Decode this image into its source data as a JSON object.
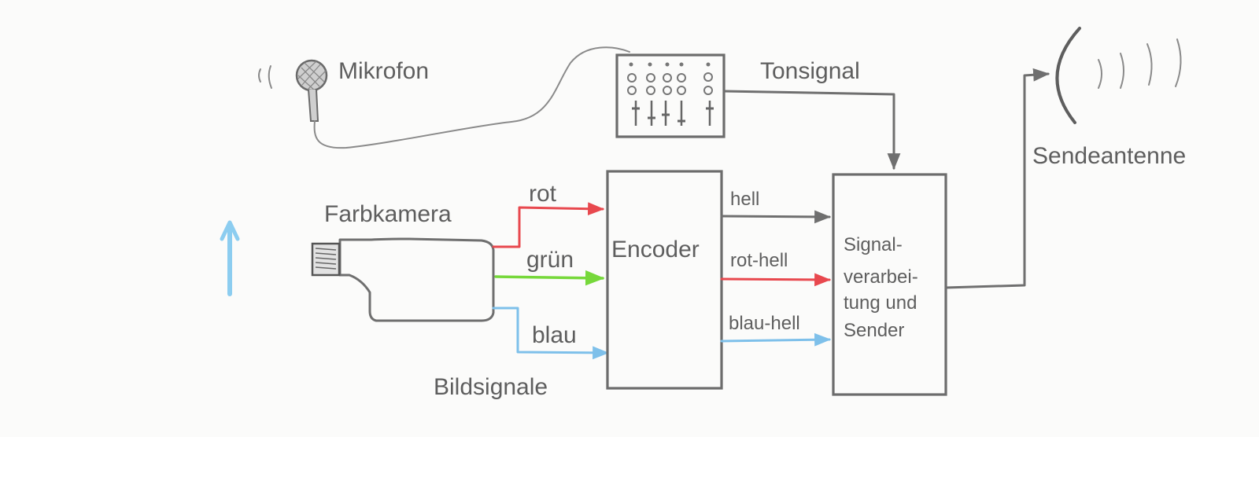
{
  "labels": {
    "mikrofon": "Mikrofon",
    "tonsignal": "Tonsignal",
    "sendeantenne": "Sendeantenne",
    "farbkamera": "Farbkamera",
    "rot": "rot",
    "gruen": "grün",
    "blau": "blau",
    "bildsignale": "Bildsignale",
    "encoder": "Encoder",
    "hell": "hell",
    "rot_hell": "rot-hell",
    "blau_hell": "blau-hell",
    "signal_box": [
      "Signal-",
      "verarbei-",
      "tung und",
      "Sender"
    ]
  },
  "colors": {
    "pencil": "#6f6f6f",
    "red": "#e8484e",
    "green": "#76d83a",
    "blue": "#7ec0ea",
    "text": "#5e5e5e",
    "paper": "#fbfbfa"
  },
  "icons": [
    "microphone-icon",
    "mixing-console-icon",
    "camera-icon",
    "antenna-icon",
    "arrow-up-icon"
  ]
}
